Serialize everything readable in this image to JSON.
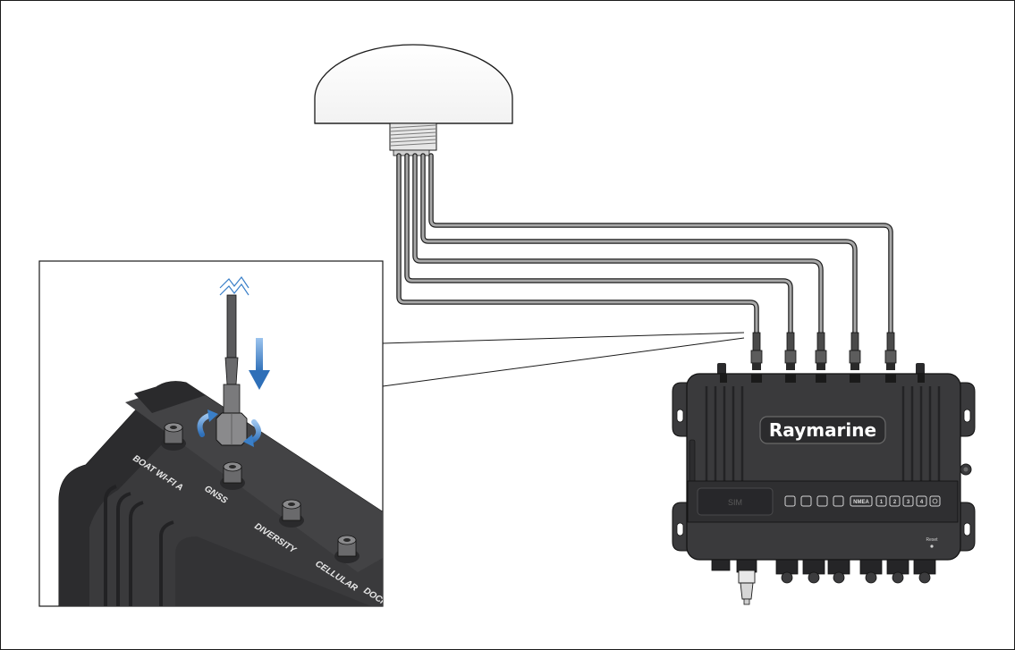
{
  "brand": {
    "logo_text": "Raymarine"
  },
  "panel": {
    "sim_label": "SIM",
    "nmea_label": "NMEA",
    "port_numbers": [
      "1",
      "2",
      "3",
      "4"
    ],
    "reset_label": "Reset"
  },
  "connector_labels": [
    "BOAT WI-FI A",
    "GNSS",
    "DIVERSITY",
    "CELLULAR",
    "DOCK"
  ],
  "colors": {
    "device_body": "#3a3a3c",
    "device_dark": "#2a2a2c",
    "cable": "#8a8a8a",
    "arrow_blue": "#3a7fc8",
    "outline": "#1a1a1a"
  },
  "icons": [
    "antenna-dome-icon",
    "down-arrow-icon",
    "rotate-arrow-icon"
  ]
}
